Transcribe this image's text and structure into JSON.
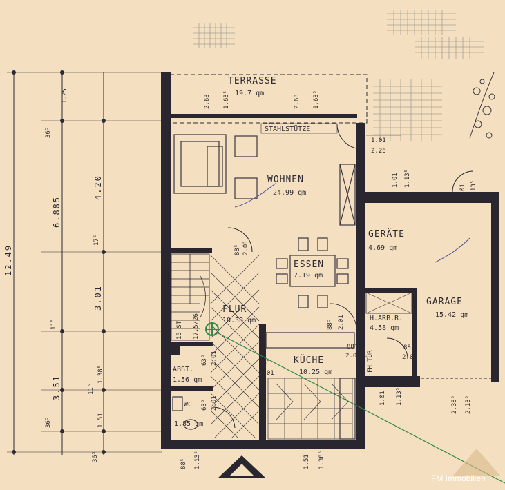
{
  "plan": {
    "rooms": {
      "terrasse": {
        "name": "TERRASSE",
        "area": "19.7 qm"
      },
      "wohnen": {
        "name": "WOHNEN",
        "area": "24.99 qm"
      },
      "essen": {
        "name": "ESSEN",
        "area": "7.19 qm"
      },
      "flur": {
        "name": "FLUR",
        "area": "10.38 qm"
      },
      "kueche": {
        "name": "KÜCHE",
        "area": "10.25 qm"
      },
      "geraete": {
        "name": "GERÄTE",
        "area": "4.69 qm"
      },
      "garage": {
        "name": "GARAGE",
        "area": "15.42 qm"
      },
      "harb": {
        "name": "H.ARB.R.",
        "area": "4.58 qm"
      },
      "abst": {
        "name": "ABST.",
        "area": "1.56 qm"
      },
      "wc": {
        "name": "WC",
        "area": "1.85 qm"
      }
    },
    "labels": {
      "stahlstuetze": "STAHLSTÜTZE",
      "hstuer": "FH TÜR"
    },
    "dims": {
      "total": "12.49",
      "d6885": "6.885",
      "d420": "4.20",
      "d301": "3.01",
      "d351": "3.51",
      "d151": "1.51",
      "d125": "1.25",
      "d365a": "36⁵",
      "d365b": "36⁵",
      "d365c": "36⁵",
      "d175": "17⁵",
      "d115a": "11⁵",
      "d115b": "11⁵",
      "d1385": "1.38⁵",
      "t263a": "2.63",
      "t1635a": "1.63⁵",
      "t263b": "2.63",
      "t1635b": "1.63⁵",
      "w101": "1.01",
      "w226": "2.26",
      "g101": "1.01",
      "g1135": "1.13⁵",
      "g101b": "1.01",
      "g2135": "2.13⁵",
      "door885a": "88⁵",
      "door201a": "2.01",
      "door885b": "88⁵",
      "door201b": "2.01",
      "door885c": "88⁵",
      "door201c": "2.01",
      "door885d": "88⁵",
      "door201d": "2.01",
      "door885e": "88⁵",
      "door201e": "2.01",
      "door635a": "63⁵",
      "door201f": "2.01",
      "wc635": "63⁵",
      "wc201": "2.01",
      "b885": "88⁵",
      "b1135": "1.13⁵",
      "b151": "1.51",
      "b1385": "1.38⁵",
      "r101": "1.01",
      "r1135": "1.13⁵",
      "r2385": "2.38⁵",
      "r2135": "2.13⁵",
      "stair": "15 ST",
      "stair2": "17.5/26"
    },
    "watermark": "FM Immobilien"
  }
}
